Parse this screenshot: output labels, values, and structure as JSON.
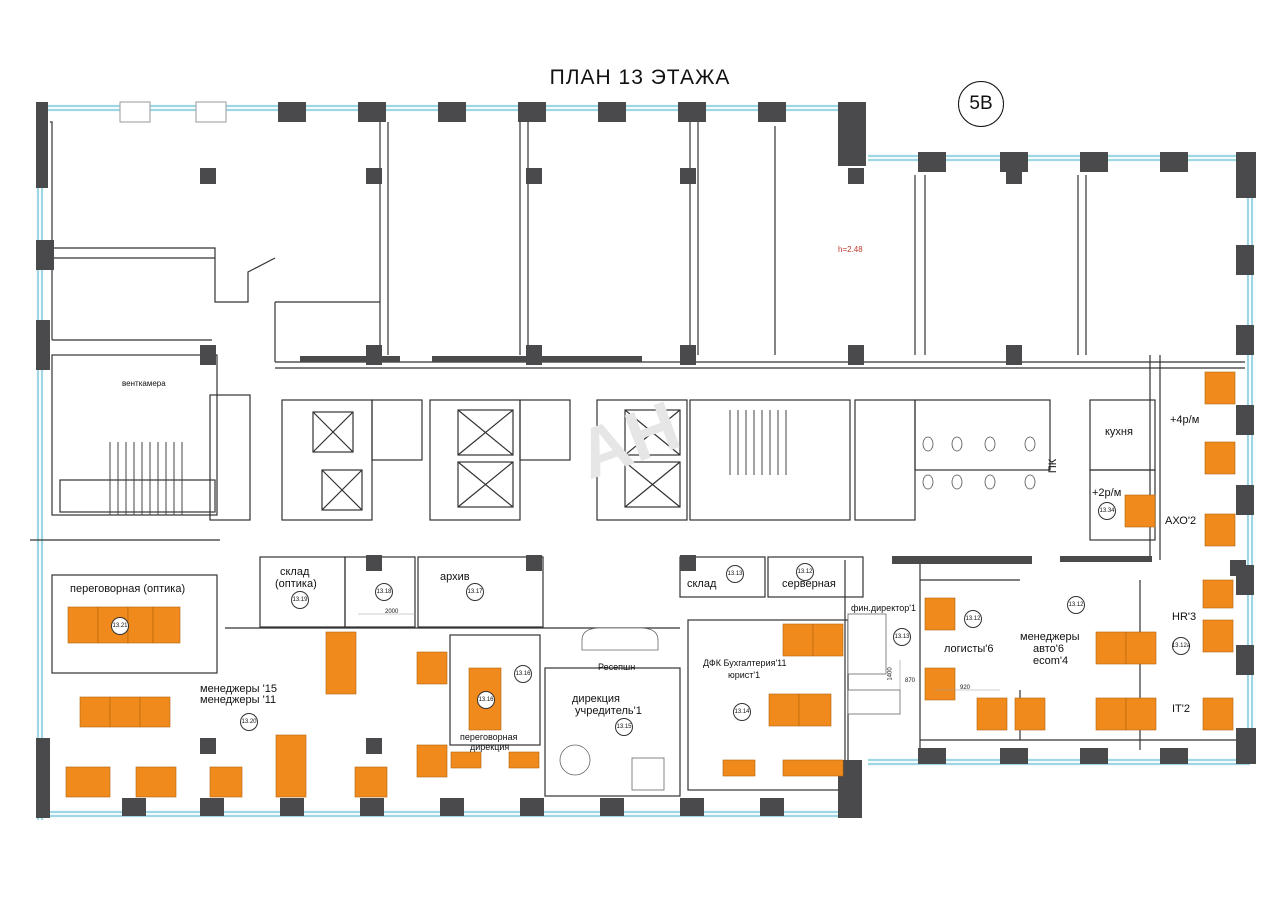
{
  "header": {
    "title": "ПЛАН  13  ЭТАЖА",
    "badge": "5В"
  },
  "watermark": "AH",
  "colors": {
    "wall": "#4a4a4c",
    "desk": "#f08a1c",
    "window": "#9fd6e3",
    "door": "#555555"
  },
  "rooms": {
    "ventkamera": "венткамера",
    "height": "h=2.48",
    "kitchen": "кухня",
    "pk": "ПК",
    "plus4": "+4р/м",
    "plus2": "+2р/м",
    "axo": "АХО'2",
    "meeting_optika": "переговорная (оптика)",
    "sklad_optika_1": "склад",
    "sklad_optika_2": "(оптика)",
    "archive": "архив",
    "sklad": "склад",
    "server": "серверная",
    "fin_director": "фин.директор'1",
    "reception": "Ресепшн",
    "direction_1": "дирекция",
    "direction_2": "учредитель'1",
    "dfk_1": "ДФК Бухгалтерия'11",
    "dfk_2": "юрист'1",
    "managers_1": "менеджеры '15",
    "managers_2": "менеджеры '11",
    "meeting_dir_1": "переговорная",
    "meeting_dir_2": "дирекция",
    "logistics": "логисты'6",
    "mgr_auto_1": "менеджеры",
    "mgr_auto_2": "авто'6",
    "mgr_auto_3": "ecom'4",
    "hr": "HR'3",
    "it": "IT'2"
  },
  "dimensions": {
    "d2000": "2000",
    "d1400": "1400",
    "d870": "870",
    "d920": "920"
  },
  "room_numbers": {
    "r1321": "13.21",
    "r1319": "13.19",
    "r1318": "13.18",
    "r1317": "13.17",
    "r1313": "13.13",
    "r1312": "13.12",
    "r1320": "13.20",
    "r1316": "13.16",
    "r1316b": "13.16",
    "r1315": "13.15",
    "r1314": "13.14",
    "r1313b": "13.13",
    "r1312b": "13.12",
    "r1312c": "13.12",
    "r1312a": "13.12a",
    "r1334": "13.34"
  }
}
